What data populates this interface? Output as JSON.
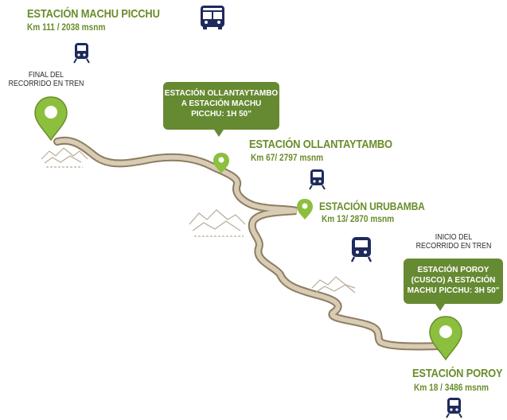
{
  "colors": {
    "brand_green": "#668a32",
    "text_green": "#6a8d2b",
    "icon_navy": "#1f2a5c",
    "track_tan": "#cdbda3"
  },
  "stations": {
    "machu_picchu": {
      "name": "ESTACIÓN MACHU PICCHU",
      "detail": "Km 111 / 2038 msnm"
    },
    "ollantaytambo": {
      "name": "ESTACIÓN OLLANTAYTAMBO",
      "detail": "Km 67/ 2797 msnm"
    },
    "urubamba": {
      "name": "ESTACIÓN URUBAMBA",
      "detail": "Km 13/ 2870 msnm"
    },
    "poroy": {
      "name": "ESTACIÓN POROY",
      "detail": "Km 18 / 3486 msnm"
    }
  },
  "notes": {
    "end_line1": "FINAL DEL",
    "end_line2": "RECORRIDO EN TREN",
    "start_line1": "INICIO DEL",
    "start_line2": "RECORRIDO EN TREN"
  },
  "callouts": {
    "ollantaytambo": {
      "line1": "ESTACIÓN OLLANTAYTAMBO",
      "line2": "A ESTACIÓN MACHU",
      "line3": "PICCHU: 1H 50\""
    },
    "poroy": {
      "line1": "ESTACIÓN POROY",
      "line2": "(CUSCO) A ESTACIÓN",
      "line3": "MACHU PICCHU: 3H 50\""
    }
  },
  "icons": {
    "bus": "bus-icon",
    "train": "train-icon",
    "pin": "map-pin-icon",
    "mountains": "mountains-icon"
  }
}
